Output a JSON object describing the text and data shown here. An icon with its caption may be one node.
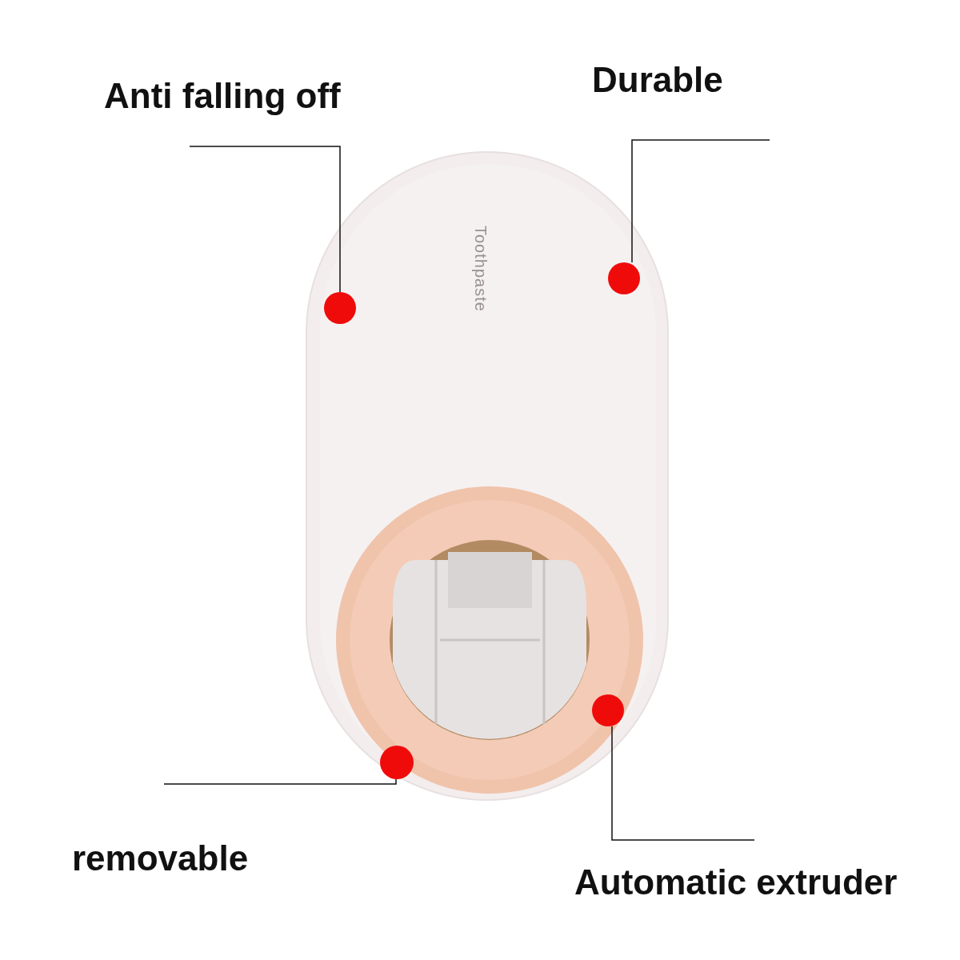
{
  "diagram": {
    "nodes": [
      {
        "text": [
          "Anti falling off"
        ]
      },
      {
        "text": [
          "Durable"
        ]
      },
      {
        "text": [
          "removable"
        ]
      },
      {
        "text": [
          "Automatic extruder"
        ]
      },
      {
        "text": [],
        "shape": "circle"
      },
      {
        "text": [],
        "shape": "circle"
      },
      {
        "text": [],
        "shape": "circle"
      },
      {
        "text": [],
        "shape": "circle"
      }
    ],
    "edges": [
      {
        "from": 0,
        "to": 4,
        "arrow": "none"
      },
      {
        "from": 1,
        "to": 5,
        "arrow": "none"
      },
      {
        "from": 2,
        "to": 6,
        "arrow": "none"
      },
      {
        "from": 3,
        "to": 7,
        "arrow": "none"
      }
    ],
    "labels": [
      "Toothpaste"
    ]
  }
}
